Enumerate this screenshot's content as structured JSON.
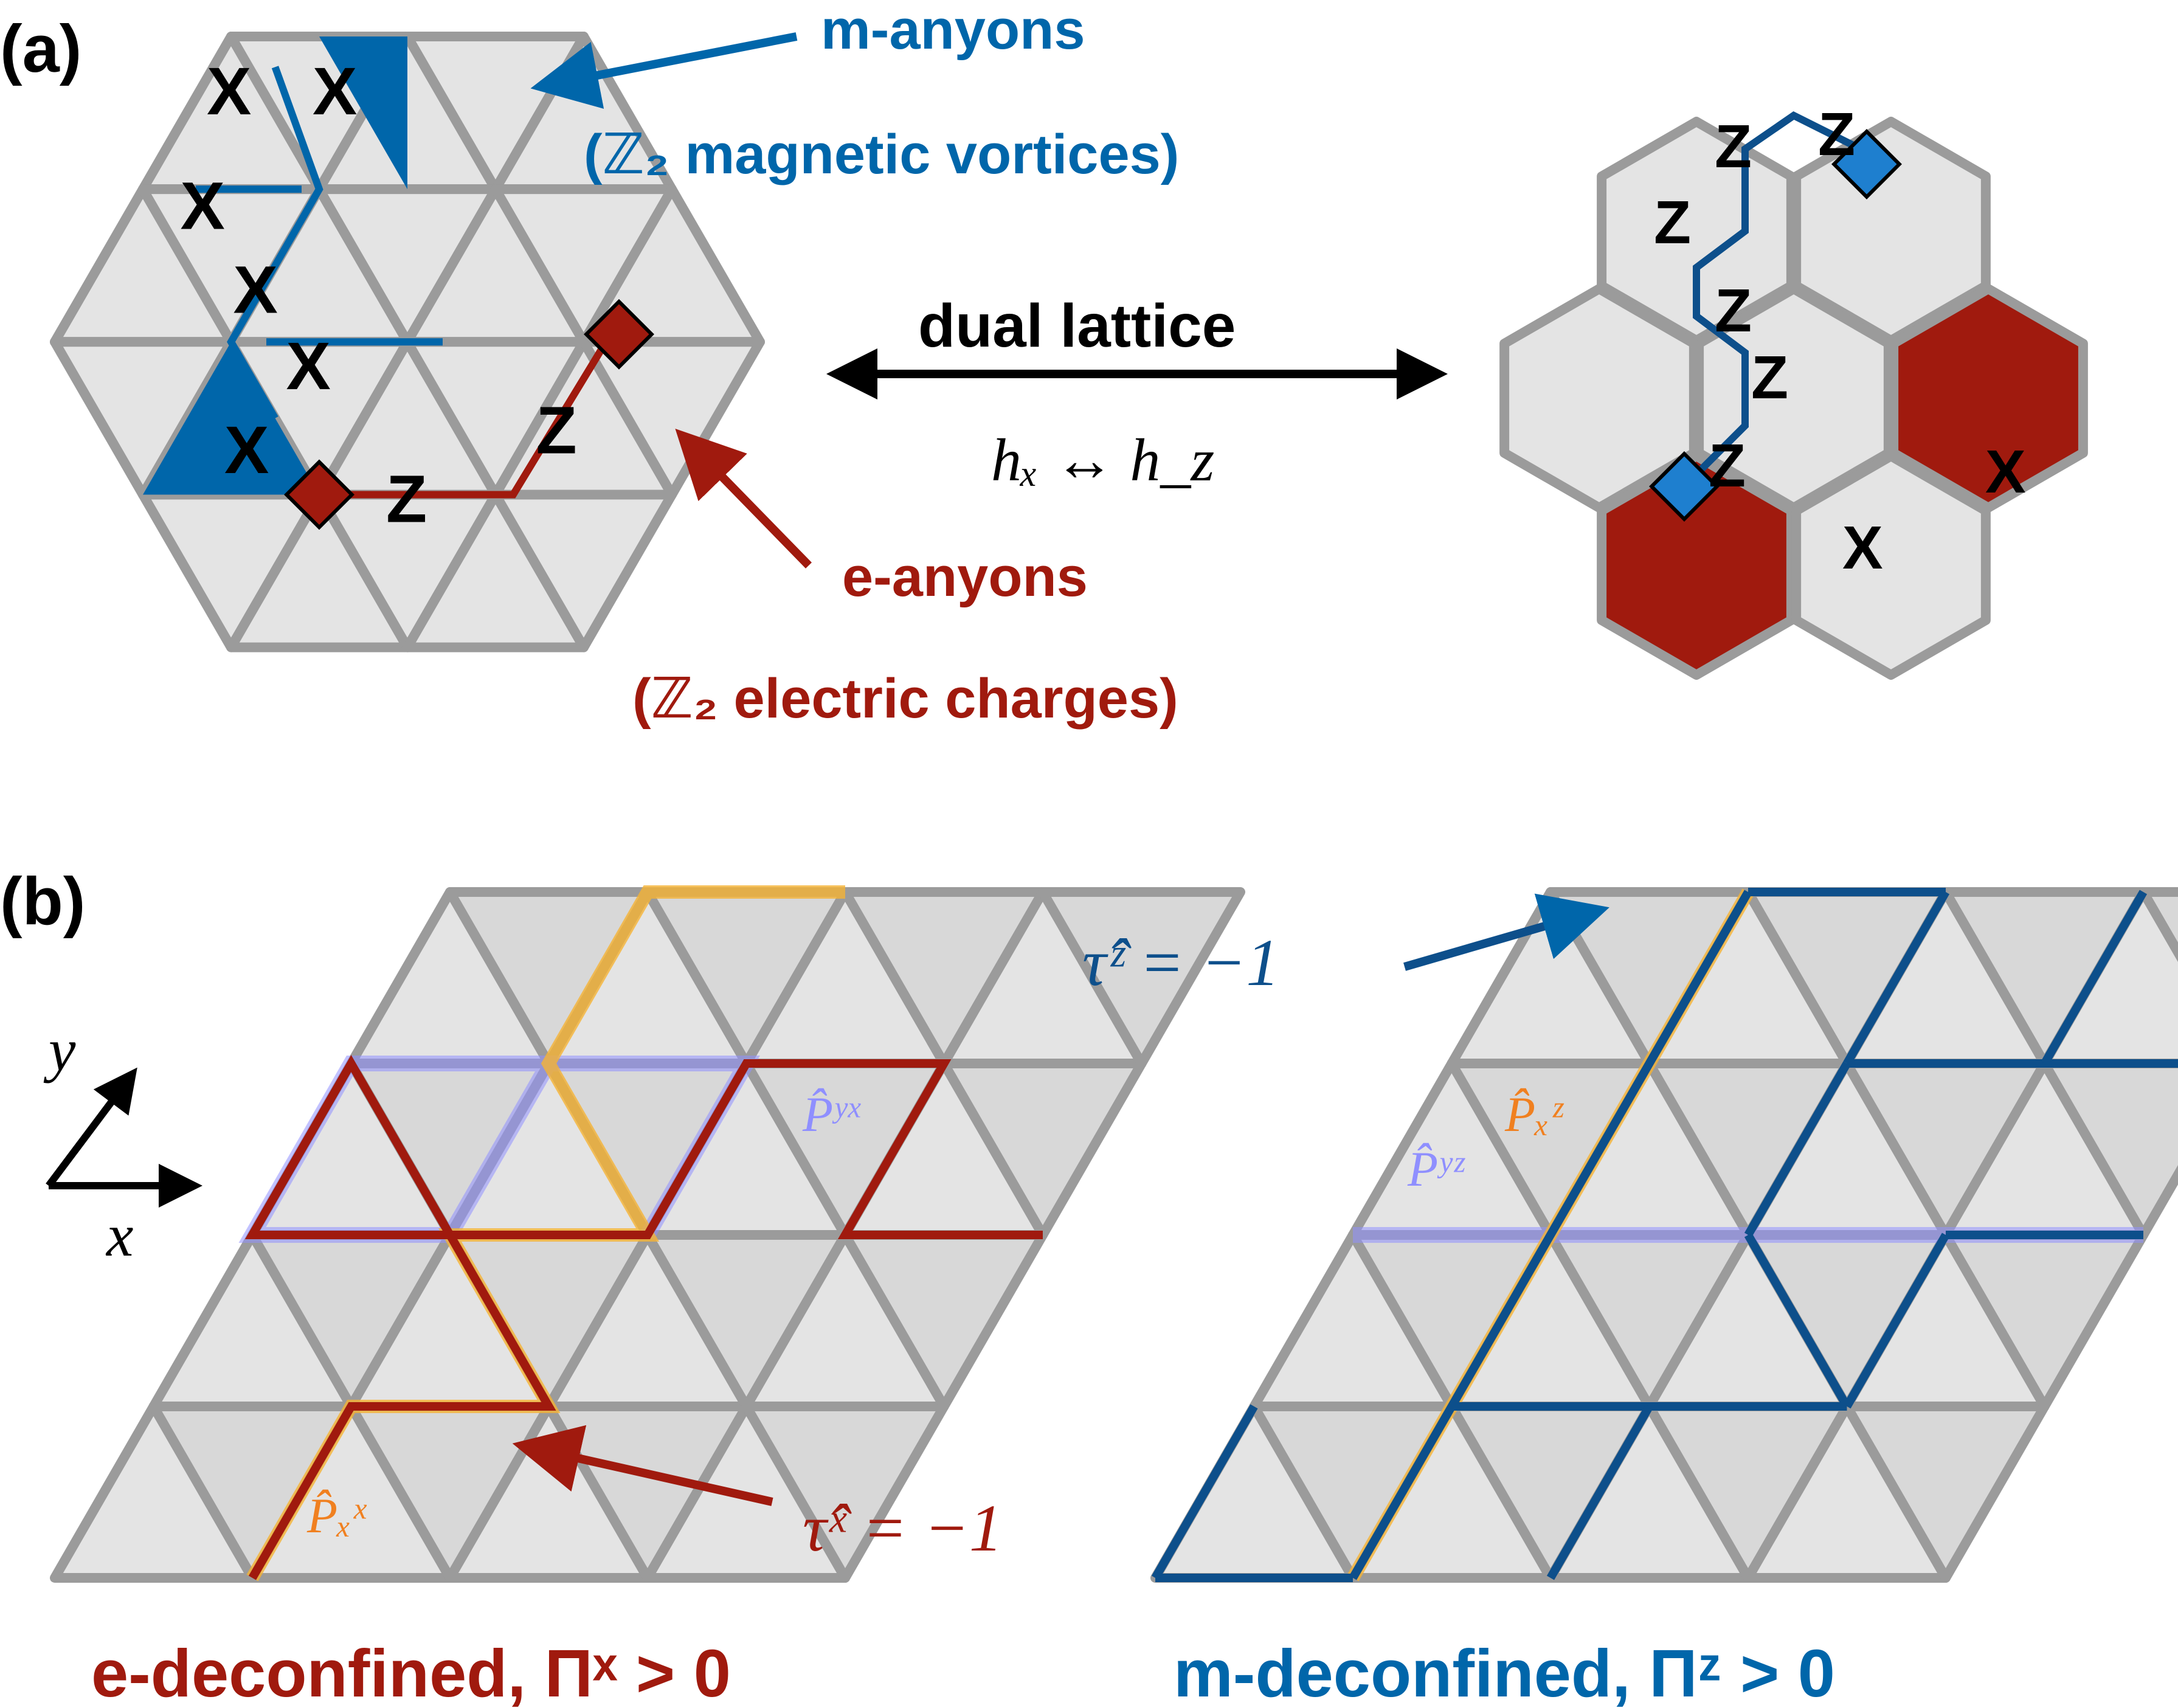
{
  "panel_a": {
    "label": "(a)",
    "op_x": "X",
    "op_z": "Z",
    "m_anyons_label": "m-anyons",
    "m_anyons_sub": "(ℤ₂ magnetic vortices)",
    "e_anyons_label": "e-anyons",
    "e_anyons_sub": "(ℤ₂ electric charges)",
    "dual_lattice_label": "dual lattice",
    "dual_relation": "hₓ ↔ h_z"
  },
  "panel_b": {
    "label": "(b)",
    "axis_y": "y",
    "axis_x": "x",
    "tau_x_label": "τ̂ˣ = −1",
    "tau_z_label": "τ̂ᶻ = −1",
    "P_y_x": "P̂ʸˣ",
    "P_x_x": "P̂ₓˣ",
    "P_x_z": "P̂ₓᶻ",
    "P_y_z": "P̂ʸᶻ",
    "caption_left": "e-deconfined, Πˣ > 0",
    "caption_right": "m-deconfined, Πᶻ > 0"
  },
  "colors": {
    "gray_edge": "#9b9b9b",
    "cell_fill": "#e4e4e4",
    "blue": "#0066aa",
    "dark_blue": "#0d4f8b",
    "red": "#a01a0e",
    "orange": "#f5b335",
    "lavender": "#8f8fff"
  }
}
